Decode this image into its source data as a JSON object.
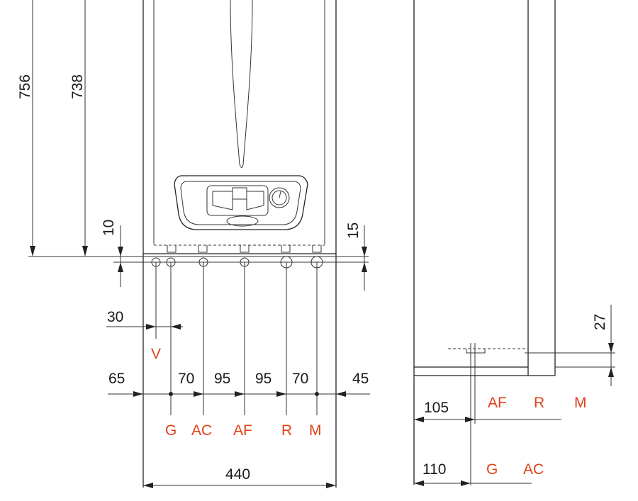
{
  "colors": {
    "line": "#222222",
    "accent": "#e0411a",
    "background": "#ffffff"
  },
  "front": {
    "dim_756": "756",
    "dim_738": "738",
    "dim_10": "10",
    "dim_15": "15",
    "dim_30": "30",
    "label_v": "V",
    "spacing": [
      "65",
      "70",
      "95",
      "95",
      "70",
      "45"
    ],
    "connections": [
      "G",
      "AC",
      "AF",
      "R",
      "M"
    ],
    "width_440": "440"
  },
  "side": {
    "dim_27": "27",
    "dim_105": "105",
    "dim_110": "110",
    "row1_labels": [
      "AF",
      "R",
      "M"
    ],
    "row2_labels": [
      "G",
      "AC"
    ]
  }
}
